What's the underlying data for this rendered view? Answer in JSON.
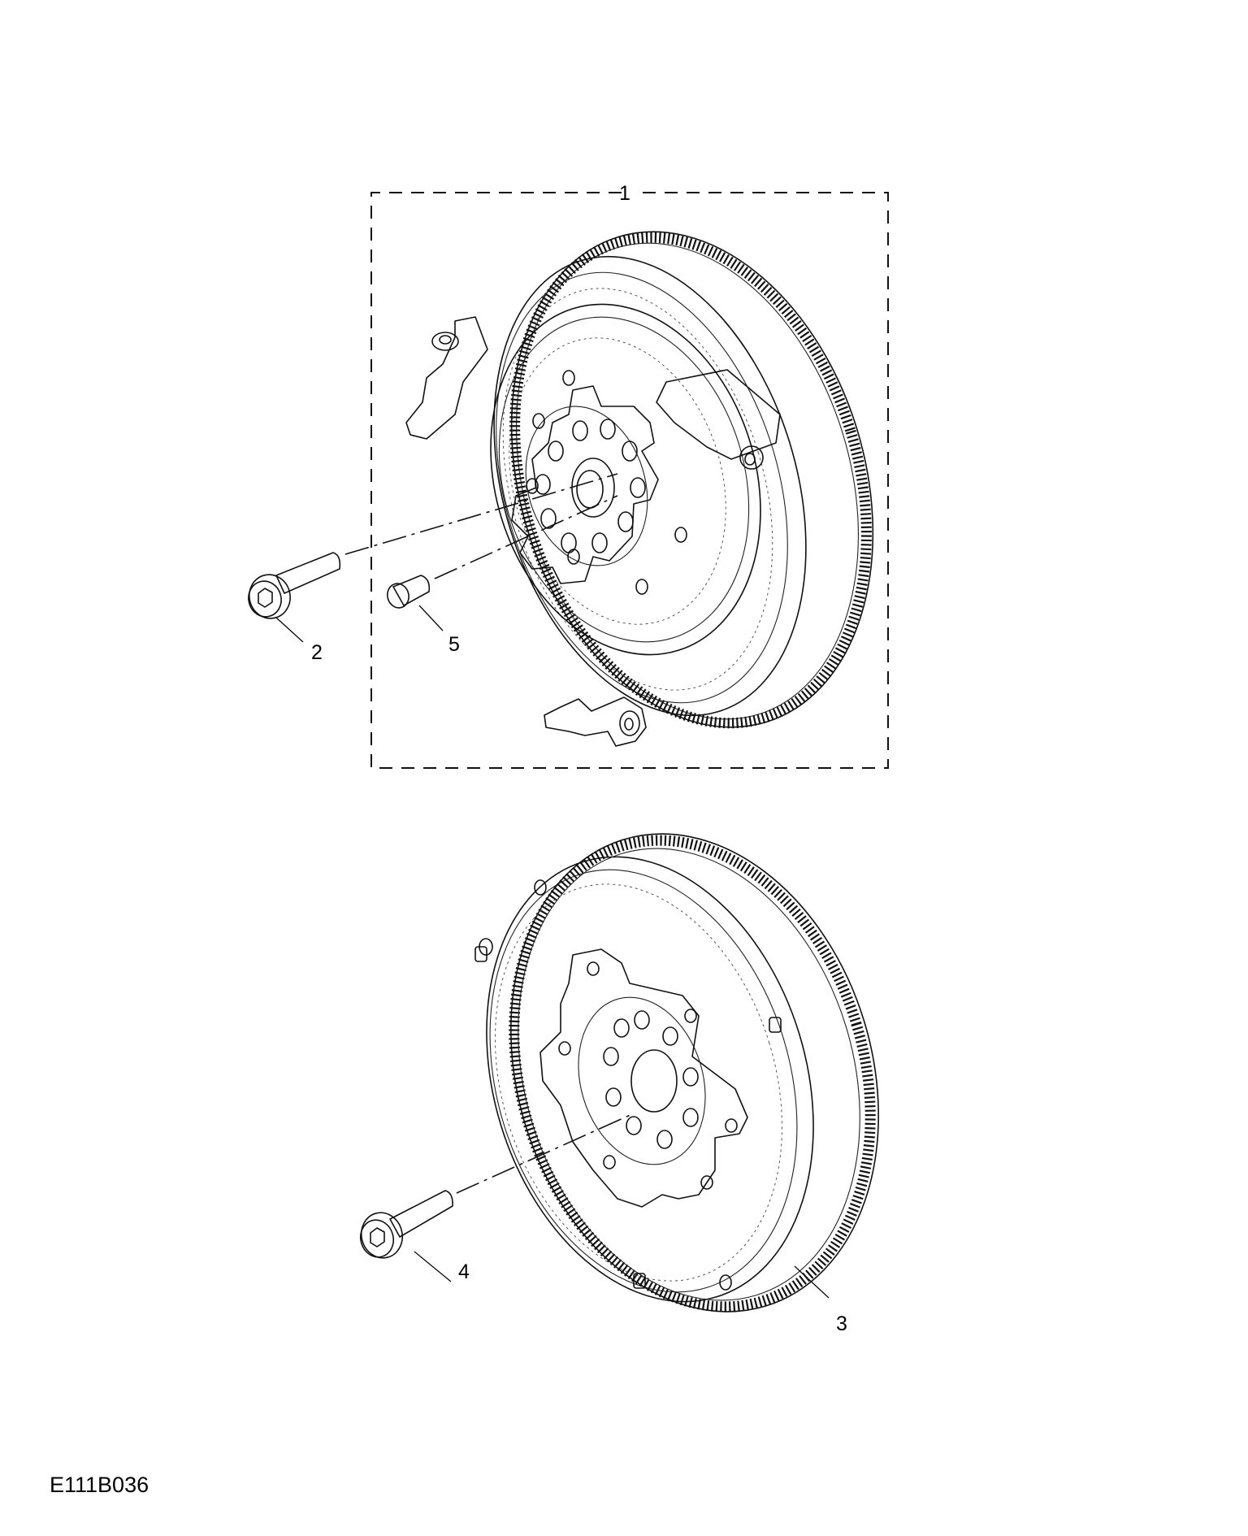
{
  "diagram": {
    "callouts": {
      "kit": "1",
      "upper_bolt": "2",
      "lower_flywheel": "3",
      "lower_bolt": "4",
      "bush": "5"
    },
    "figure_code": "E111B036"
  }
}
